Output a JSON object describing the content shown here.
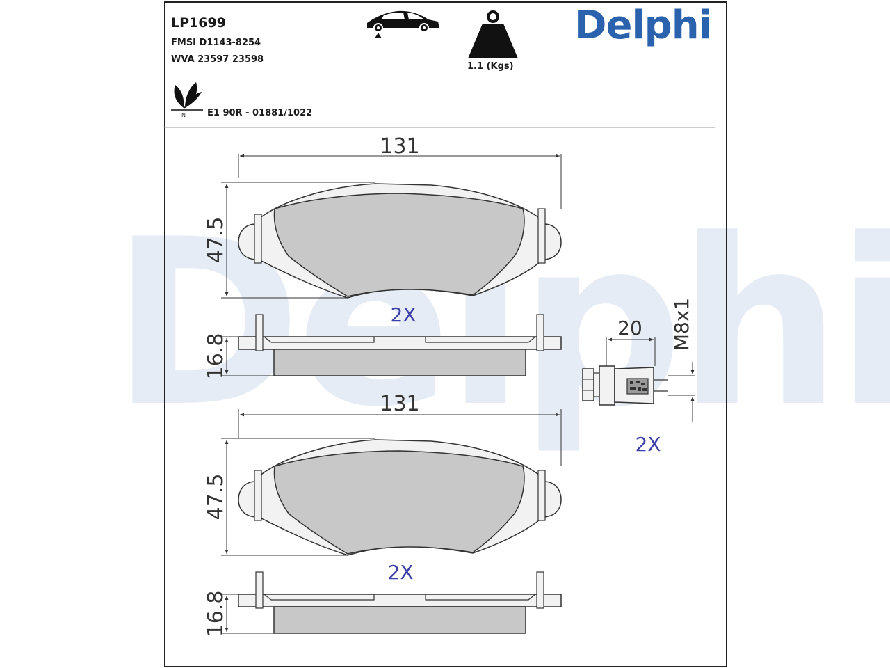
{
  "header": {
    "part_number": "LP1699",
    "fmsi": "FMSI D1143-8254",
    "wva": "WVA 23597 23598",
    "ece": "E1 90R - 01881/1022",
    "weight": "1.1 (Kgs)"
  },
  "brand": {
    "logo": "Delphi",
    "watermark": "Delphi",
    "color": "#2a62ad"
  },
  "icons": [
    "car-axle-icon",
    "weight-icon",
    "eco-leaf-icon"
  ],
  "dimensions": {
    "pad_width": "131",
    "pad_height": "47.5",
    "pad_thickness": "16.8",
    "sensor_length": "20",
    "sensor_thread": "M8x1"
  },
  "quantities": {
    "pad_top": "2X",
    "pad_bottom": "2X",
    "sensor": "2X"
  },
  "eco_icon_letter": "N"
}
